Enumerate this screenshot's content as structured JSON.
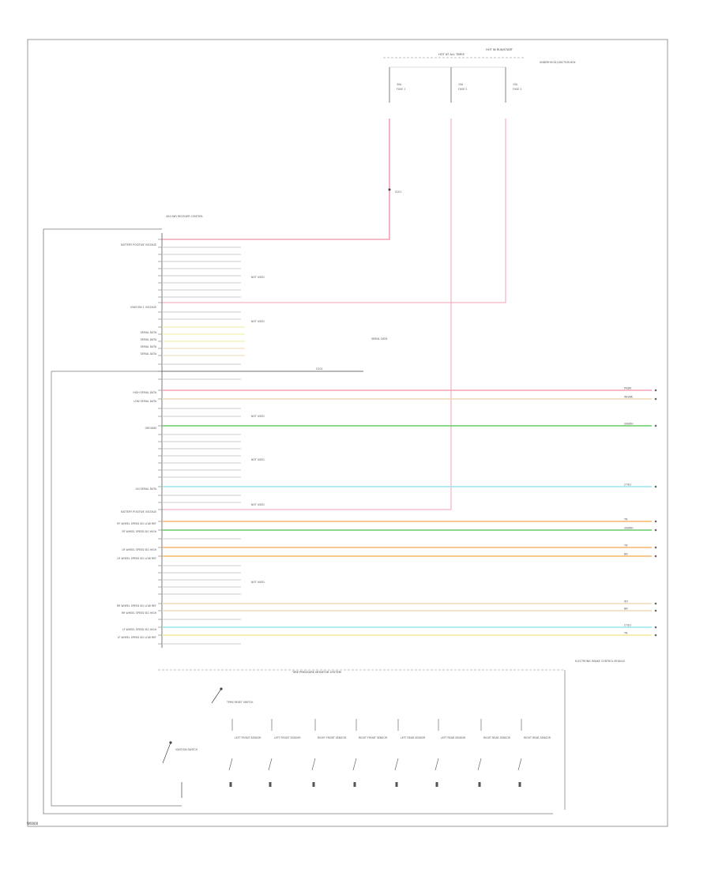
{
  "header": {
    "hot_at_all_times": "HOT AT ALL TIMES",
    "hot_in_run_start": "HOT IN RUN/START",
    "junction_box_note": "UNDERHOOD JUNCTION BOX"
  },
  "fuses": [
    {
      "amp": "30A",
      "name": "FUSE 1"
    },
    {
      "amp": "10A",
      "name": "FUSE 2"
    },
    {
      "amp": "15A",
      "name": "FUSE 3"
    }
  ],
  "module_note": "4X4 IWD RECEIVER CONTROL",
  "splice_label": "S101",
  "not_used_label": "NOT USED",
  "left_labels": [
    "BATTERY POSITIVE VOLTAGE",
    "IGNITION 1 VOLTAGE",
    "SERIAL DATA",
    "SERIAL DATA",
    "SERIAL DATA",
    "SERIAL DATA",
    "HIGH SERIAL DATA",
    "LOW SERIAL DATA",
    "GROUND",
    "LIN SERIAL DATA",
    "BATTERY POSITIVE VOLTAGE",
    "RF WHEEL SPEED SIG LOW REF",
    "RF WHEEL SPEED SIG HIGH",
    "LR WHEEL SPEED SIG HIGH",
    "LR WHEEL SPEED SIG LOW REF",
    "RR WHEEL SPEED SIG LOW REF",
    "RR WHEEL SPEED SIG HIGH",
    "LF WHEEL SPEED SIG HIGH",
    "LF WHEEL SPEED SIG LOW REF"
  ],
  "ground_point": "G101",
  "wire_colors": {
    "pink": "#f2a2b5",
    "green": "#66cc66",
    "cyan": "#99e6ee",
    "orange": "#f5b56b",
    "yellow": "#f2ec98",
    "tan": "#eed9b3",
    "grey": "#cccccc",
    "dark": "#444444"
  },
  "right_wire_codes": [
    "PK/BK",
    "WH/BK",
    "GN/WH",
    "LT BU",
    "TN",
    "GN/WH",
    "TN",
    "BN",
    "WT",
    "BN",
    "LT BU",
    "TN"
  ],
  "tpms_title": "TIRE PRESSURE MONITOR SYSTEM",
  "tpms_sensors": [
    "LEFT FRONT SENSOR",
    "LEFT FRONT SENSOR",
    "RIGHT FRONT SENSOR",
    "RIGHT FRONT SENSOR",
    "LEFT REAR SENSOR",
    "LEFT REAR SENSOR",
    "RIGHT REAR SENSOR",
    "RIGHT REAR SENSOR"
  ],
  "tpms_note": "ELECTRONIC BRAKE CONTROL MODULE",
  "switch_label": "TPMS RESET SWITCH",
  "key_switch_label": "IGNITION SWITCH",
  "footer_code": "W0000"
}
